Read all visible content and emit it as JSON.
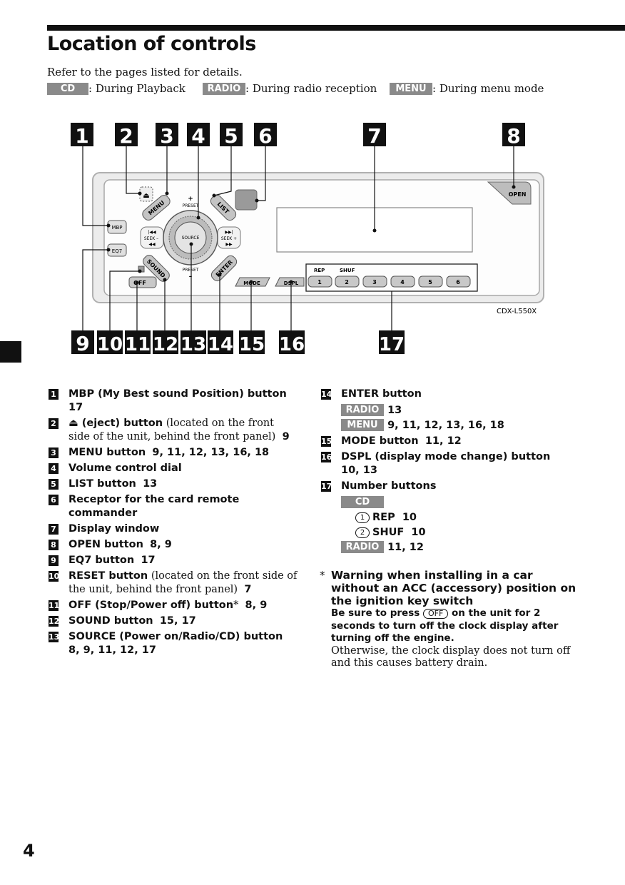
{
  "header": {
    "title": "Location of controls",
    "intro": "Refer to the pages listed for details.",
    "modes": [
      {
        "badge": "CD",
        "desc": ": During Playback"
      },
      {
        "badge": "RADIO",
        "desc": ": During radio reception"
      },
      {
        "badge": "MENU",
        "desc": ": During menu mode"
      }
    ]
  },
  "diagram": {
    "callouts_top": [
      "1",
      "2",
      "3",
      "4",
      "5",
      "6",
      "7",
      "8"
    ],
    "callouts_bottom": [
      "9",
      "10",
      "11",
      "12",
      "13",
      "14",
      "15",
      "16",
      "17"
    ],
    "model": "CDX-L550X",
    "labels": {
      "mbp": "MBP",
      "eq7": "EQ7",
      "off": "OFF",
      "menu": "MENU",
      "list": "LIST",
      "sound": "SOUND",
      "enter": "ENTER",
      "mode": "MODE",
      "dspl": "DSPL",
      "open": "OPEN",
      "source": "SOURCE",
      "preset_top": "PRESET",
      "preset_bottom": "PRESET",
      "seek_minus": "SEEK –",
      "seek_plus": "SEEK +",
      "plus": "+",
      "minus": "–",
      "rep": "REP",
      "shuf": "SHUF"
    },
    "number_buttons": [
      "1",
      "2",
      "3",
      "4",
      "5",
      "6"
    ]
  },
  "left_entries": [
    {
      "n": "1",
      "bold": "MBP (My Best sound Position) button",
      "pages": "17"
    },
    {
      "n": "2",
      "bold": "⏏ (eject) button",
      "note": "(located on the front side of the unit, behind the front panel)",
      "pages": "9"
    },
    {
      "n": "3",
      "bold": "MENU button",
      "pages": "9, 11, 12, 13, 16, 18"
    },
    {
      "n": "4",
      "bold": "Volume control dial"
    },
    {
      "n": "5",
      "bold": "LIST button",
      "pages": "13"
    },
    {
      "n": "6",
      "bold": "Receptor for the card remote commander"
    },
    {
      "n": "7",
      "bold": "Display window"
    },
    {
      "n": "8",
      "bold": "OPEN button",
      "pages": "8, 9"
    },
    {
      "n": "9",
      "bold": "EQ7 button",
      "pages": "17"
    },
    {
      "n": "10",
      "bold": "RESET button",
      "note": "(located on the front side of the unit, behind the front panel)",
      "pages": "7"
    },
    {
      "n": "11",
      "bold": "OFF (Stop/Power off) button",
      "star": "*",
      "pages": "8, 9"
    },
    {
      "n": "12",
      "bold": "SOUND button",
      "pages": "15, 17"
    },
    {
      "n": "13",
      "bold": "SOURCE (Power on/Radio/CD) button",
      "pages": "8, 9, 11, 12, 17"
    }
  ],
  "right_entries": {
    "e14": {
      "n": "14",
      "bold": "ENTER button",
      "radio_badge": "RADIO",
      "radio_pages": "13",
      "menu_badge": "MENU",
      "menu_pages": "9, 11, 12, 13, 16, 18"
    },
    "e15": {
      "n": "15",
      "bold": "MODE button",
      "pages": "11, 12"
    },
    "e16": {
      "n": "16",
      "bold": "DSPL (display mode change) button",
      "pages": "10, 13"
    },
    "e17": {
      "n": "17",
      "bold": "Number buttons",
      "cd_badge": "CD",
      "c1": "1",
      "rep": "REP",
      "rep_pages": "10",
      "c2": "2",
      "shuf": "SHUF",
      "shuf_pages": "10",
      "radio_badge": "RADIO",
      "radio_pages": "11, 12"
    }
  },
  "warning": {
    "star": "*",
    "heading": "Warning when installing in a car without an ACC (accessory) position on the ignition key switch",
    "bold_pre": "Be sure to press",
    "off_label": "OFF",
    "bold_post": "on the unit for 2 seconds to turn off the clock display after turning off the engine.",
    "normal": "Otherwise, the clock display does not turn off and this causes battery drain."
  },
  "page_number": "4"
}
